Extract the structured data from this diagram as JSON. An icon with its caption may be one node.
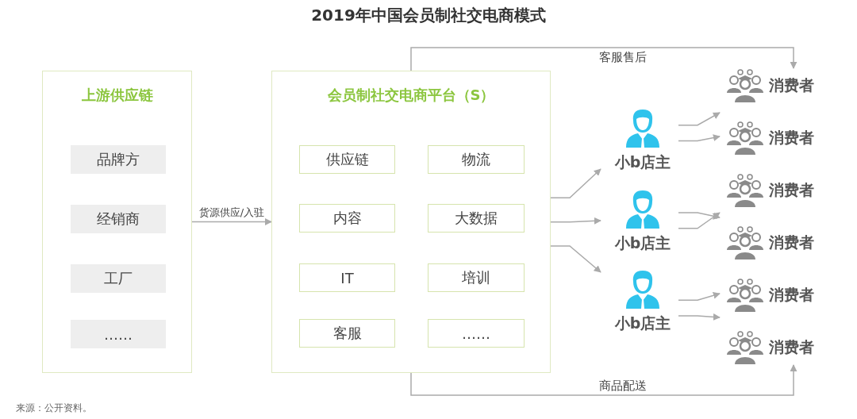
{
  "diagram": {
    "title": "2019年中国会员制社交电商模式",
    "caption": "来源：公开资料。",
    "nodes": [
      {
        "text": [
          "上游供应链"
        ]
      },
      {
        "text": [
          "品牌方"
        ],
        "in": 0
      },
      {
        "text": [
          "经销商"
        ],
        "in": 0
      },
      {
        "text": [
          "工厂"
        ],
        "in": 0
      },
      {
        "text": [
          "……"
        ],
        "in": 0
      },
      {
        "text": [
          "会员制社交电商平台（S）"
        ]
      },
      {
        "text": [
          "供应链"
        ],
        "in": 5
      },
      {
        "text": [
          "物流"
        ],
        "in": 5
      },
      {
        "text": [
          "内容"
        ],
        "in": 5
      },
      {
        "text": [
          "大数据"
        ],
        "in": 5
      },
      {
        "text": [
          "IT"
        ],
        "in": 5
      },
      {
        "text": [
          "培训"
        ],
        "in": 5
      },
      {
        "text": [
          "客服"
        ],
        "in": 5
      },
      {
        "text": [
          "……"
        ],
        "in": 5
      },
      {
        "text": [
          "小b店主"
        ]
      },
      {
        "text": [
          "小b店主"
        ]
      },
      {
        "text": [
          "小b店主"
        ]
      },
      {
        "text": [
          "消费者"
        ]
      },
      {
        "text": [
          "消费者"
        ]
      },
      {
        "text": [
          "消费者"
        ]
      },
      {
        "text": [
          "消费者"
        ]
      },
      {
        "text": [
          "消费者"
        ]
      },
      {
        "text": [
          "消费者"
        ]
      }
    ],
    "edges": [
      {
        "from": 0,
        "to": 5,
        "arrow": "to",
        "label": "货源供应/入驻"
      },
      {
        "from": 5,
        "to": 14,
        "arrow": "to"
      },
      {
        "from": 5,
        "to": 15,
        "arrow": "to"
      },
      {
        "from": 5,
        "to": 16,
        "arrow": "to"
      },
      {
        "from": 14,
        "to": 17,
        "arrow": "to"
      },
      {
        "from": 14,
        "to": 18,
        "arrow": "to"
      },
      {
        "from": 15,
        "to": 19,
        "arrow": "to"
      },
      {
        "from": 15,
        "to": 20,
        "arrow": "to"
      },
      {
        "from": 16,
        "to": 21,
        "arrow": "to"
      },
      {
        "from": 16,
        "to": 22,
        "arrow": "to"
      },
      {
        "from": 5,
        "to": 17,
        "arrow": "to",
        "label": "客服售后"
      },
      {
        "from": 5,
        "to": 22,
        "arrow": "to",
        "label": "商品配送"
      }
    ]
  }
}
